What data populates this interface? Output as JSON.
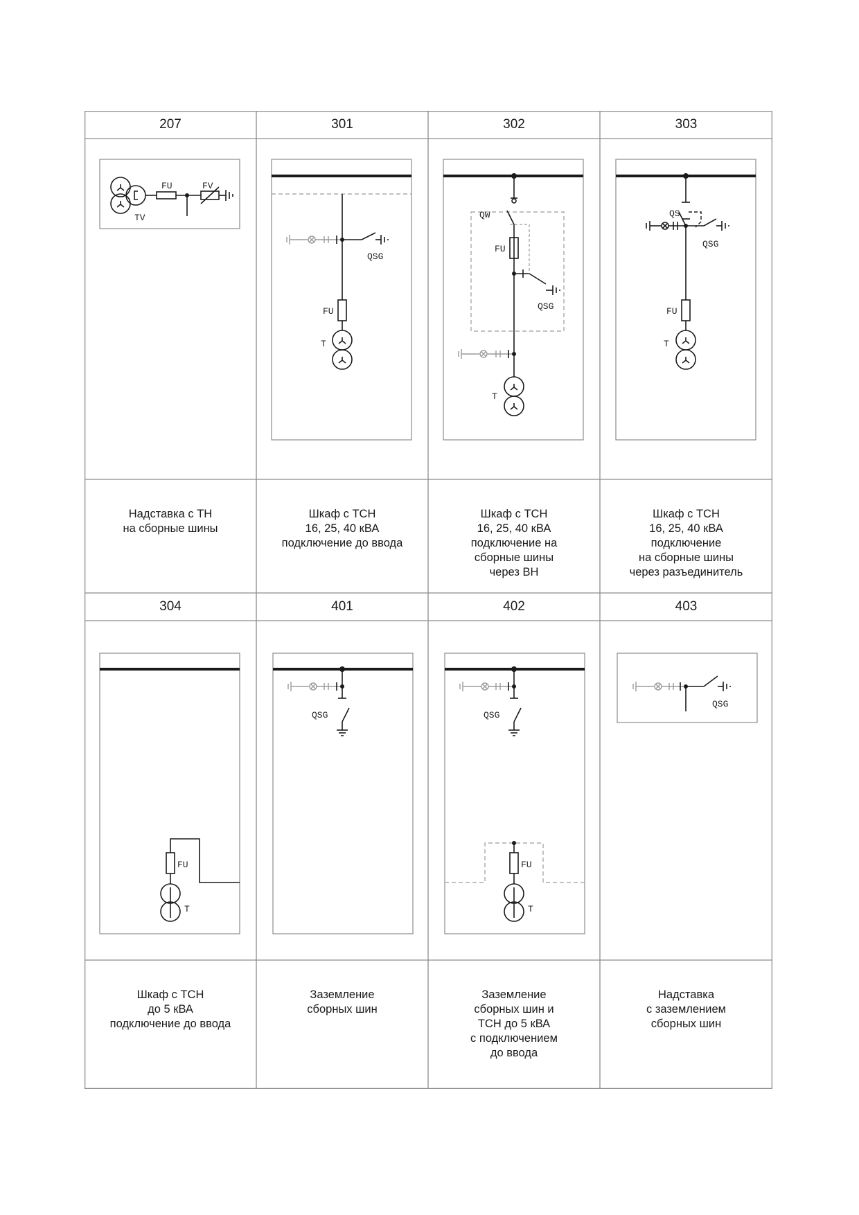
{
  "rows": [
    {
      "cells": [
        {
          "code": "207",
          "desc": [
            "Надставка с ТН",
            "на сборные шины"
          ],
          "labels": {
            "fu": "FU",
            "fv": "FV",
            "tv": "TV"
          }
        },
        {
          "code": "301",
          "desc": [
            "Шкаф с ТСН",
            "16, 25, 40 кВА",
            "подключение до ввода"
          ],
          "labels": {
            "qsg": "QSG",
            "fu": "FU",
            "t": "T"
          }
        },
        {
          "code": "302",
          "desc": [
            "Шкаф с  ТСН",
            "16, 25, 40 кВА",
            "подключение на",
            "сборные шины",
            "через ВН"
          ],
          "labels": {
            "qw": "QW",
            "fu": "FU",
            "qsg": "QSG",
            "t": "T"
          }
        },
        {
          "code": "303",
          "desc": [
            "Шкаф с  ТСН",
            "16, 25, 40 кВА",
            "подключение",
            "на сборные шины",
            "через разъединитель"
          ],
          "labels": {
            "qs": "QS",
            "qsg": "QSG",
            "fu": "FU",
            "t": "T"
          }
        }
      ]
    },
    {
      "cells": [
        {
          "code": "304",
          "desc": [
            "Шкаф с ТСН",
            "до 5 кВА",
            "подключение до ввода"
          ],
          "labels": {
            "fu": "FU",
            "t": "T"
          }
        },
        {
          "code": "401",
          "desc": [
            "Заземление",
            "сборных шин"
          ],
          "labels": {
            "qsg": "QSG"
          }
        },
        {
          "code": "402",
          "desc": [
            "Заземление",
            "сборных шин и",
            "ТСН до 5 кВА",
            "с подключением",
            "до ввода"
          ],
          "labels": {
            "qsg": "QSG",
            "fu": "FU",
            "t": "T"
          }
        },
        {
          "code": "403",
          "desc": [
            "Надставка",
            "с заземлением",
            "сборных шин"
          ],
          "labels": {
            "qsg": "QSG"
          }
        }
      ]
    }
  ],
  "colors": {
    "line": "#1a1a1a",
    "dashed": "#9a9a9a",
    "frame": "#8c8c8c"
  }
}
